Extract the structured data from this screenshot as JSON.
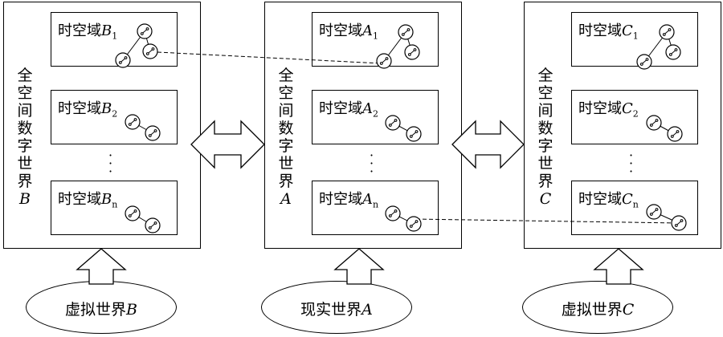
{
  "worlds": [
    {
      "id": "B",
      "title_chars": [
        "全",
        "空",
        "间",
        "数",
        "字",
        "世",
        "界"
      ],
      "title_letter": "B",
      "domains": [
        {
          "prefix": "时空域",
          "letter": "B",
          "sub": "1"
        },
        {
          "prefix": "时空域",
          "letter": "B",
          "sub": "2"
        },
        {
          "prefix": "时空域",
          "letter": "B",
          "sub": "n"
        }
      ],
      "base": {
        "prefix": "虚拟世界",
        "letter": "B"
      }
    },
    {
      "id": "A",
      "title_chars": [
        "全",
        "空",
        "间",
        "数",
        "字",
        "世",
        "界"
      ],
      "title_letter": "A",
      "domains": [
        {
          "prefix": "时空域",
          "letter": "A",
          "sub": "1"
        },
        {
          "prefix": "时空域",
          "letter": "A",
          "sub": "2"
        },
        {
          "prefix": "时空域",
          "letter": "A",
          "sub": "n"
        }
      ],
      "base": {
        "prefix": "现实世界",
        "letter": "A"
      }
    },
    {
      "id": "C",
      "title_chars": [
        "全",
        "空",
        "间",
        "数",
        "字",
        "世",
        "界"
      ],
      "title_letter": "C",
      "domains": [
        {
          "prefix": "时空域",
          "letter": "C",
          "sub": "1"
        },
        {
          "prefix": "时空域",
          "letter": "C",
          "sub": "2"
        },
        {
          "prefix": "时空域",
          "letter": "C",
          "sub": "n"
        }
      ],
      "base": {
        "prefix": "虚拟世界",
        "letter": "C"
      }
    }
  ],
  "ellipsis_dots": [
    "·",
    "·",
    "·"
  ],
  "colors": {
    "stroke": "#000000",
    "background": "#ffffff"
  }
}
